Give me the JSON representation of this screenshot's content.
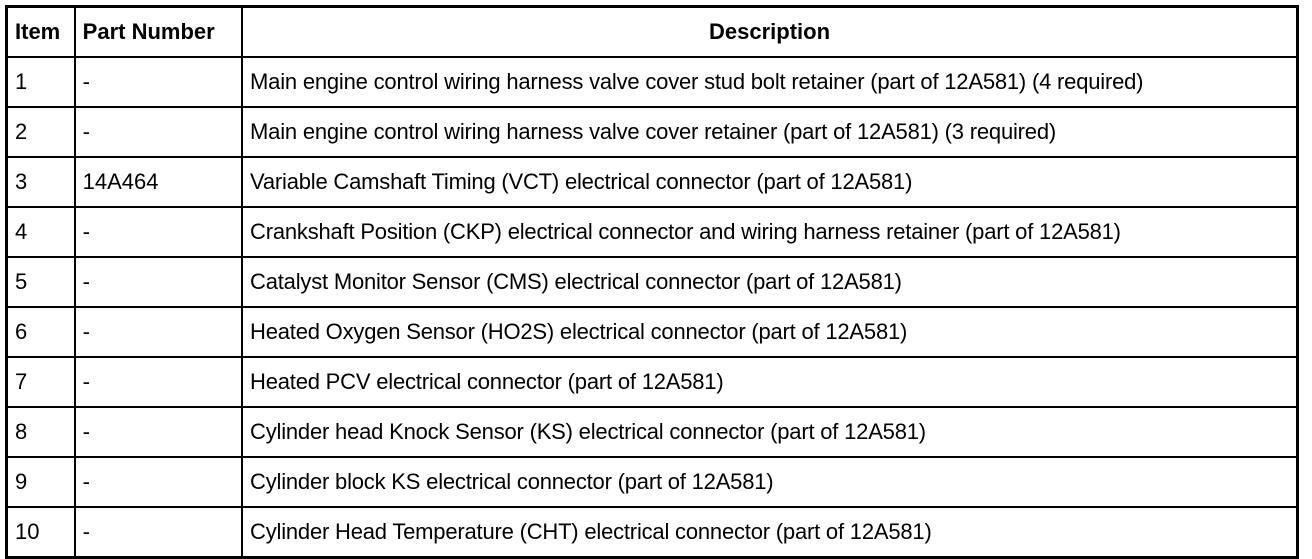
{
  "table": {
    "columns": [
      {
        "key": "item",
        "label": "Item",
        "align": "left"
      },
      {
        "key": "part_number",
        "label": "Part Number",
        "align": "left"
      },
      {
        "key": "description",
        "label": "Description",
        "align": "center"
      }
    ],
    "rows": [
      {
        "item": "1",
        "part_number": "-",
        "description": "Main engine control wiring harness valve cover stud bolt retainer (part of 12A581) (4 required)"
      },
      {
        "item": "2",
        "part_number": "-",
        "description": "Main engine control wiring harness valve cover retainer (part of 12A581) (3 required)"
      },
      {
        "item": "3",
        "part_number": "14A464",
        "description": "Variable Camshaft Timing (VCT) electrical connector (part of 12A581)"
      },
      {
        "item": "4",
        "part_number": "-",
        "description": "Crankshaft Position (CKP) electrical connector and wiring harness retainer (part of 12A581)"
      },
      {
        "item": "5",
        "part_number": "-",
        "description": "Catalyst Monitor Sensor (CMS) electrical connector (part of 12A581)"
      },
      {
        "item": "6",
        "part_number": "-",
        "description": "Heated Oxygen Sensor (HO2S) electrical connector (part of 12A581)"
      },
      {
        "item": "7",
        "part_number": "-",
        "description": "Heated PCV electrical connector (part of 12A581)"
      },
      {
        "item": "8",
        "part_number": "-",
        "description": "Cylinder head Knock Sensor (KS) electrical connector (part of 12A581)"
      },
      {
        "item": "9",
        "part_number": "-",
        "description": "Cylinder block KS electrical connector (part of 12A581)"
      },
      {
        "item": "10",
        "part_number": "-",
        "description": "Cylinder Head Temperature (CHT) electrical connector (part of 12A581)"
      }
    ]
  },
  "colors": {
    "background": "#ffffff",
    "border": "#000000",
    "text": "#000000"
  }
}
